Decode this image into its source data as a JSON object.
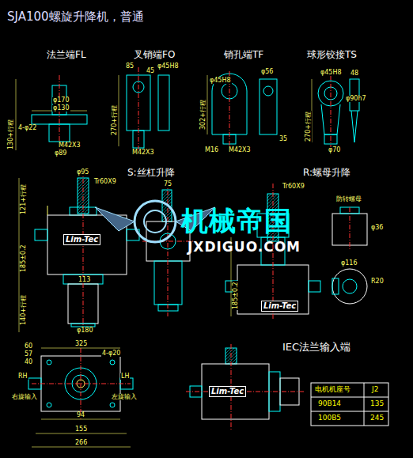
{
  "diagram": {
    "title": "SJA100螺旋升降机，普通",
    "labels": [
      "法兰端FL",
      "叉销端FO",
      "销孔端TF",
      "球形铰接TS",
      "φ170",
      "φ130",
      "4-φ22",
      "M42X3",
      "φ89",
      "130+行程",
      "85",
      "45",
      "φ45H8",
      "M42X3",
      "270+行程",
      "φ45H8",
      "φ56",
      "M16",
      "M42X3",
      "35",
      "302+行程",
      "φ45H8",
      "φ90h7",
      "48",
      "φ70",
      "270+行程",
      "S:丝杠升降",
      "R:螺母升降",
      "φ95",
      "Tr60X9",
      "75",
      "Tr60X9",
      "121+行程",
      "185±0.2",
      "113",
      "140+行程",
      "φ180",
      "185±0.2",
      "防转螺母",
      "φ36",
      "φ116",
      "R20",
      "325",
      "4-φ20",
      "60",
      "57",
      "40",
      "RH",
      "右旋输入",
      "LH",
      "左旋输入",
      "94",
      "155",
      "266",
      "IEC法兰输入端",
      "电机机座号",
      "J2",
      "90B14",
      "135",
      "100B5",
      "245",
      "机械帝国",
      "JXDIGUO.COM",
      "Lim-Tec",
      "Lim-Tec",
      "Lim-Tec"
    ]
  }
}
